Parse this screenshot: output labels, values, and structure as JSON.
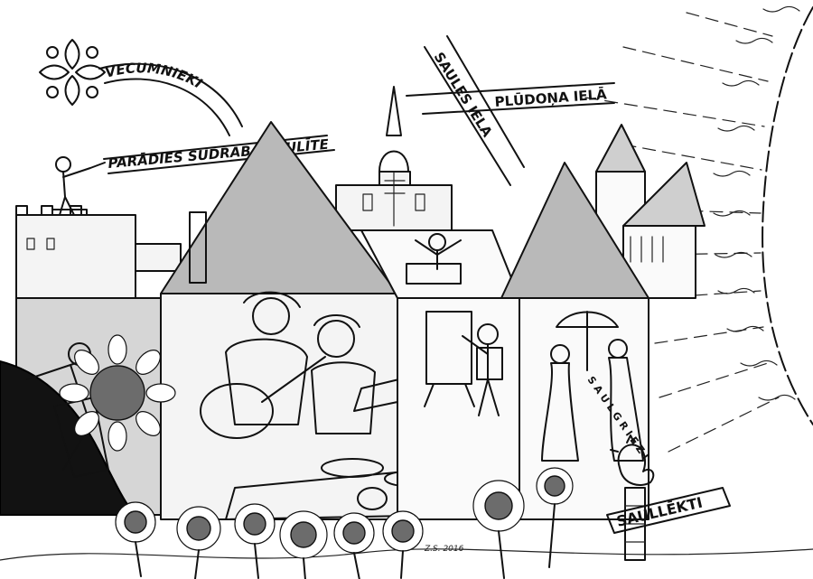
{
  "labels": {
    "vecumnieki": "VECUMNIEKI",
    "song": "PARĀDIES SUDRABĀ SAULĪTE",
    "saules_iela": "SAULES IELA",
    "pludona_iela": "PLŪDOŅA IELĀ",
    "saulgriezi": "SAULGRIEZI",
    "saullekti": "SAULLĒKTI",
    "signature": "Z.S. 2016"
  },
  "palette": {
    "ink": "#111111",
    "paper": "#ffffff",
    "roof_grey": "#b9b9b9",
    "hill_dark": "#121212"
  },
  "icons": [
    "fleur-de-lis-icon",
    "sun-icon",
    "sunflower-icon",
    "rooster-icon"
  ]
}
